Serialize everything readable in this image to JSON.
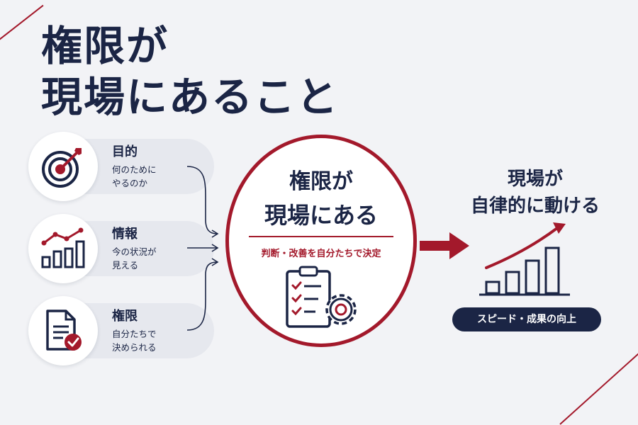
{
  "title": {
    "line1": "権限が",
    "line2": "現場にあること"
  },
  "inputs": [
    {
      "title": "目的",
      "desc_line1": "何のために",
      "desc_line2": "やるのか",
      "icon": "target-icon"
    },
    {
      "title": "情報",
      "desc_line1": "今の状況が",
      "desc_line2": "見える",
      "icon": "bar-line-chart-icon"
    },
    {
      "title": "権限",
      "desc_line1": "自分たちで",
      "desc_line2": "決められる",
      "icon": "document-check-icon"
    }
  ],
  "center": {
    "line1": "権限が",
    "line2": "現場にある",
    "subtitle": "判断・改善を自分たちで決定",
    "icon": "clipboard-gear-icon"
  },
  "result": {
    "line1": "現場が",
    "line2": "自律的に動ける",
    "badge": "スピード・成果の向上",
    "icon": "rising-bar-chart-icon"
  },
  "colors": {
    "navy": "#1b2545",
    "accent_red": "#a3192b",
    "background": "#f2f3f6",
    "pill": "#e6e8ee"
  }
}
